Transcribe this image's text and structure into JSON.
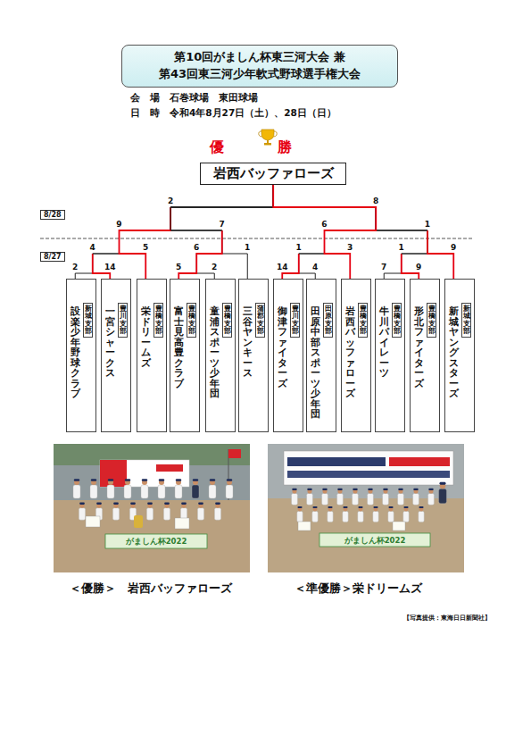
{
  "diagram": {
    "title": "第10回がましん杯東三河大会 兼 第43回東三河少年軟式野球選手権大会",
    "nodes": [
      {
        "text": [
          "岩西バッファローズ"
        ]
      },
      {
        "text": [
          "設楽少年野球クラブ"
        ]
      },
      {
        "text": [
          "新城支部"
        ],
        "in": 1
      },
      {
        "text": [
          "一宮シャークス"
        ]
      },
      {
        "text": [
          "豊川支部"
        ],
        "in": 3
      },
      {
        "text": [
          "栄ドリームズ"
        ]
      },
      {
        "text": [
          "豊橋支部"
        ],
        "in": 5
      },
      {
        "text": [
          "富士見高豊クラブ"
        ]
      },
      {
        "text": [
          "豊橋支部"
        ],
        "in": 7
      },
      {
        "text": [
          "童浦スポーツ少年団"
        ]
      },
      {
        "text": [
          "豊橋支部"
        ],
        "in": 9
      },
      {
        "text": [
          "三谷ヤンキース"
        ]
      },
      {
        "text": [
          "蒲郡支部"
        ],
        "in": 11
      },
      {
        "text": [
          "御津ファイターズ"
        ]
      },
      {
        "text": [
          "豊川支部"
        ],
        "in": 13
      },
      {
        "text": [
          "田原中部スポーツ少年団"
        ]
      },
      {
        "text": [
          "田原支部"
        ],
        "in": 15
      },
      {
        "text": [
          "岩西バッファローズ"
        ]
      },
      {
        "text": [
          "豊橋支部"
        ],
        "in": 17
      },
      {
        "text": [
          "牛川パイレーツ"
        ]
      },
      {
        "text": [
          "豊橋支部"
        ],
        "in": 19
      },
      {
        "text": [
          "形北ファイターズ"
        ]
      },
      {
        "text": [
          "豊橋支部"
        ],
        "in": 21
      },
      {
        "text": [
          "新城ヤングスターズ"
        ]
      },
      {
        "text": [
          "新城支部"
        ],
        "in": 23
      }
    ],
    "edges": [
      {
        "from": 1,
        "to": 0,
        "arrow": "none"
      },
      {
        "from": 3,
        "to": 0,
        "arrow": "none"
      },
      {
        "from": 5,
        "to": 0,
        "arrow": "none"
      },
      {
        "from": 7,
        "to": 0,
        "arrow": "none"
      },
      {
        "from": 9,
        "to": 0,
        "arrow": "none"
      },
      {
        "from": 11,
        "to": 0,
        "arrow": "none"
      },
      {
        "from": 13,
        "to": 0,
        "arrow": "none"
      },
      {
        "from": 15,
        "to": 0,
        "arrow": "none"
      },
      {
        "from": 17,
        "to": 0,
        "arrow": "none"
      },
      {
        "from": 19,
        "to": 0,
        "arrow": "none"
      },
      {
        "from": 21,
        "to": 0,
        "arrow": "none"
      },
      {
        "from": 23,
        "to": 0,
        "arrow": "none"
      }
    ],
    "labels": [
      "会　場　石巻球場　東田球場",
      "日　時　令和4年8月27日（土）、28日（日）",
      "優　勝",
      "8/28",
      "8/27",
      "2",
      "8",
      "9",
      "7",
      "6",
      "1",
      "4",
      "5",
      "6",
      "1",
      "1",
      "3",
      "1",
      "9",
      "2",
      "14",
      "5",
      "2",
      "14",
      "4",
      "7",
      "9",
      "がましん杯2022",
      "がましん杯2022",
      "＜優勝＞　岩西バッファローズ",
      "＜準優勝＞栄ドリームズ",
      "【写真提供：東海日日新聞社】"
    ]
  }
}
